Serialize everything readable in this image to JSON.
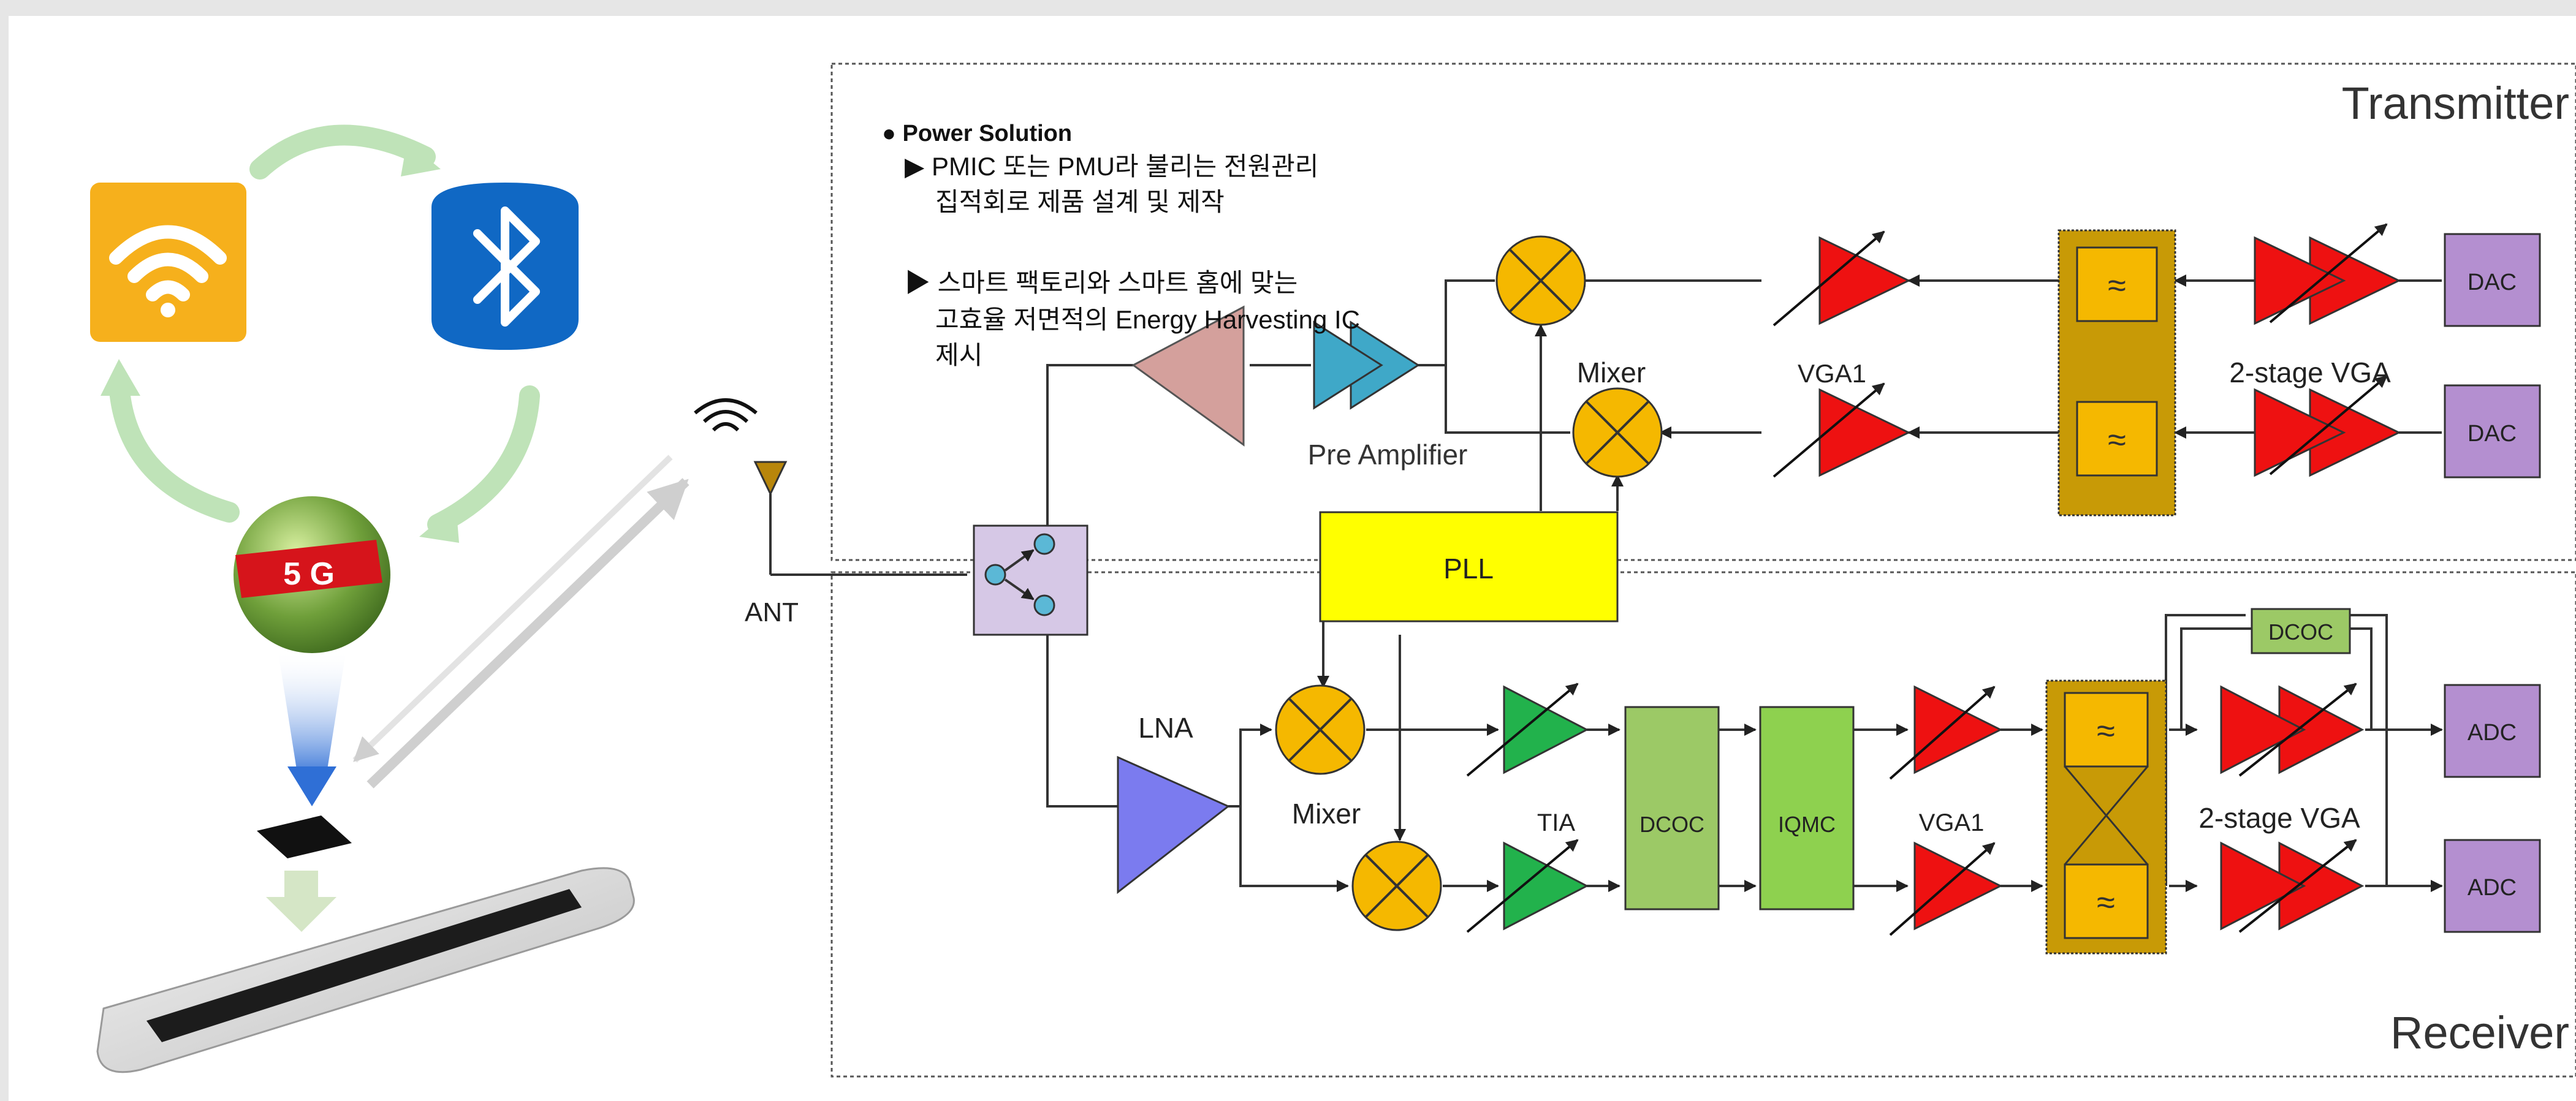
{
  "sections": {
    "transmitter": "Transmitter",
    "receiver": "Receiver"
  },
  "notes": {
    "heading": "Power Solution",
    "bullet1_line1": "PMIC 또는 PMU라 불리는 전원관리",
    "bullet1_line2": "집적회로 제품 설계 및 제작",
    "bullet2_line1": "스마트 팩토리와 스마트 홈에 맞는",
    "bullet2_line2": "고효율 저면적의 Energy Harvesting IC",
    "bullet2_line3": "제시"
  },
  "labels": {
    "ant": "ANT",
    "pll": "PLL",
    "lna": "LNA",
    "tx_mixer": "Mixer",
    "rx_mixer": "Mixer",
    "tx_vga1": "VGA1",
    "rx_vga1": "VGA1",
    "tx_2stage": "2-stage VGA",
    "rx_2stage": "2-stage VGA",
    "pre_amp": "Pre Amplifier",
    "tia": "TIA",
    "dcoc": "DCOC",
    "iqmc": "IQMC",
    "dcoc_feedback": "DCOC",
    "dac_top": "DAC",
    "dac_bottom": "DAC",
    "adc_top": "ADC",
    "adc_bottom": "ADC",
    "badge_5g": "5 G"
  },
  "colors": {
    "triangle_red": "#ee1111",
    "triangle_green": "#22b24c",
    "lna_blue": "#7b7bef",
    "preamp_blue": "#3fa8c8",
    "pa_pink": "#d4a09c",
    "mixer_orange": "#f5b800",
    "pll_yellow": "#ffff00",
    "dac_purple": "#b48fd0",
    "filter_gold": "#c89a06",
    "dcoc_green": "#9cc966",
    "iqmc_green": "#8ed14f",
    "wifi_orange": "#f6b01c",
    "bluetooth_blue": "#1068c4"
  },
  "icons": {
    "wifi": "wifi-icon",
    "bluetooth": "bluetooth-icon",
    "badge_5g": "5g-globe-icon",
    "antenna": "antenna-icon",
    "chip": "chip-icon",
    "phone": "smartphone-icon",
    "switch": "rf-switch-icon"
  }
}
